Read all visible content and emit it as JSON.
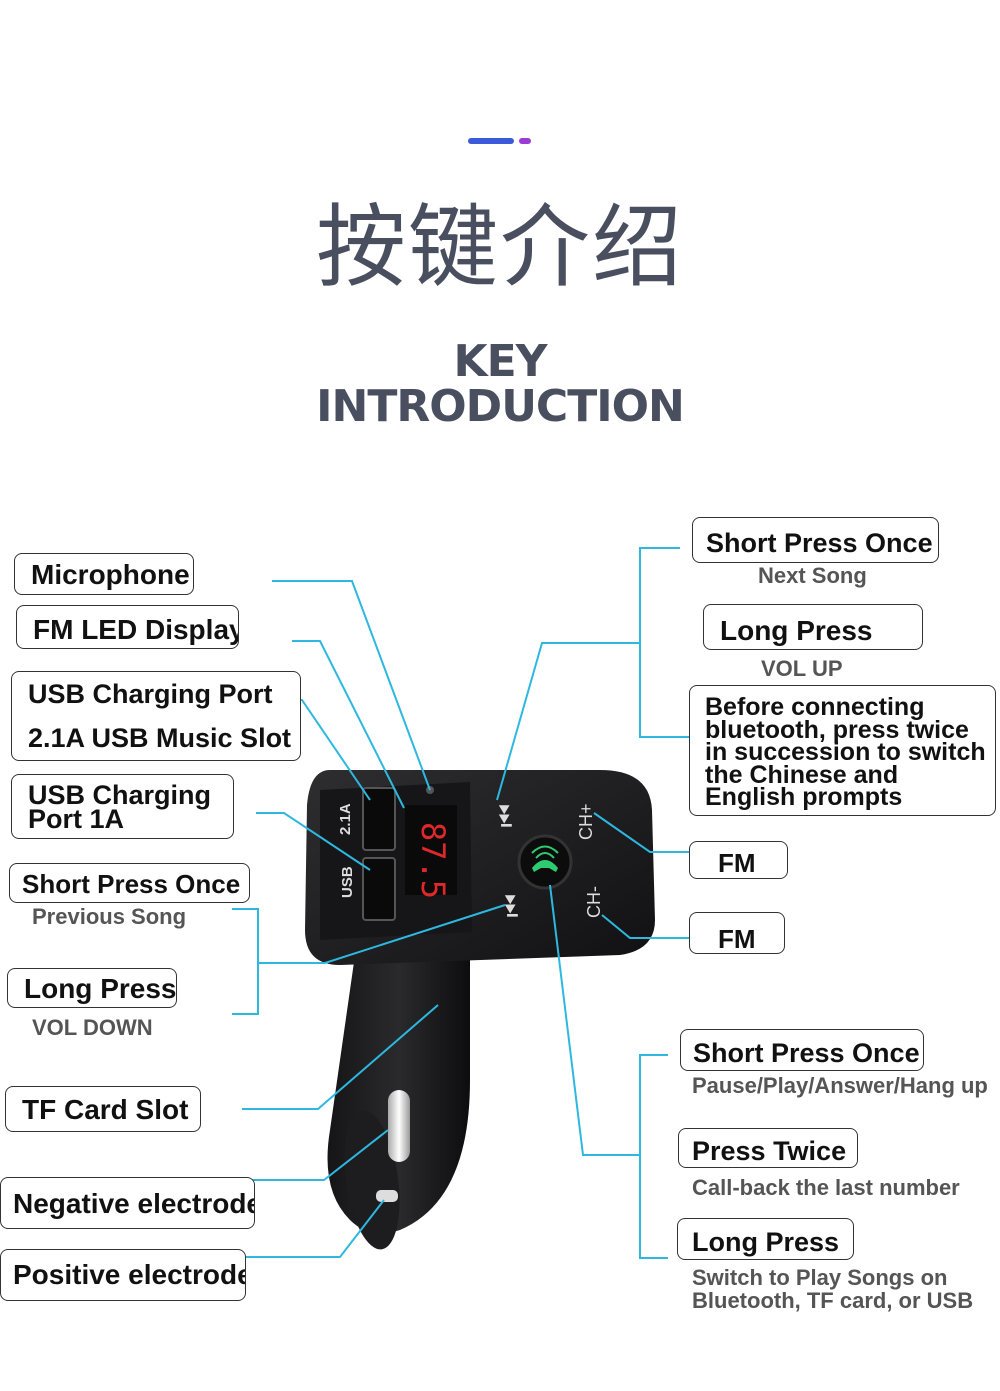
{
  "title_cn": "按键介绍",
  "title_en_1": "KEY",
  "title_en_2": "INTRODUCTION",
  "colors": {
    "accent_blue": "#3b5bdb",
    "accent_purple": "#9b3bd8",
    "line": "#2eb8e0",
    "title": "#4a4f60"
  },
  "device": {
    "display": "87.5",
    "port_2a": "2.1A",
    "port_usb": "USB",
    "ch_plus": "CH+",
    "ch_minus": "CH-"
  },
  "left_labels": {
    "microphone": "Microphone",
    "fm_led": "FM LED Display",
    "usb_port_1": "USB Charging Port",
    "usb_port_2": "2.1A USB Music Slot",
    "usb_1a_1": "USB Charging",
    "usb_1a_2": "Port 1A",
    "prev_short": "Short Press Once",
    "prev_short_sub": "Previous Song",
    "prev_long": "Long Press",
    "prev_long_sub": "VOL DOWN",
    "tf_card": "TF Card Slot",
    "negative": "Negative electrode",
    "positive": "Positive electrode"
  },
  "right_labels": {
    "next_short": "Short Press Once",
    "next_short_sub": "Next Song",
    "next_long": "Long Press",
    "next_long_sub": "VOL UP",
    "bt_note": "Before connecting bluetooth, press twice in succession to switch the Chinese and English prompts",
    "fm_1": "FM",
    "fm_2": "FM",
    "play_short": "Short Press Once",
    "play_short_sub": "Pause/Play/Answer/Hang up",
    "play_twice": "Press Twice",
    "play_twice_sub": "Call-back the last number",
    "play_long": "Long Press",
    "play_long_sub_1": "Switch to Play Songs on",
    "play_long_sub_2": "Bluetooth, TF card, or USB"
  }
}
